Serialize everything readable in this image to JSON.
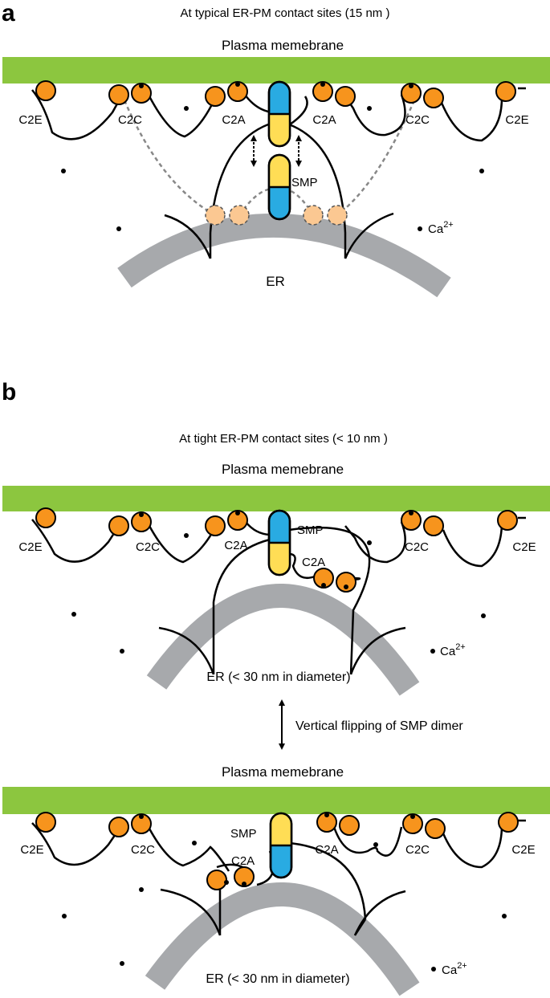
{
  "panel_a": {
    "panel_letter": "a",
    "title": "At typical ER-PM contact sites (15 nm )",
    "membrane_label": "Plasma memebrane",
    "domain_labels": [
      "C2E",
      "C2C",
      "C2A",
      "C2A",
      "C2C",
      "C2E"
    ],
    "smp_label": "SMP",
    "er_label": "ER",
    "ca_label": "Ca",
    "ca_superscript": "2+"
  },
  "panel_b": {
    "panel_letter": "b",
    "title": "At tight ER-PM contact sites (< 10 nm )",
    "top": {
      "membrane_label": "Plasma memebrane",
      "domain_labels": [
        "C2E",
        "C2C",
        "C2A",
        "C2C",
        "C2E"
      ],
      "smp_label": "SMP",
      "c2a_er_label": "C2A",
      "er_label": "ER (< 30 nm in diameter)",
      "ca_label": "Ca",
      "ca_superscript": "2+"
    },
    "flip_label": "Vertical flipping of SMP dimer",
    "bottom": {
      "membrane_label": "Plasma memebrane",
      "domain_labels": [
        "C2E",
        "C2C",
        "C2A",
        "C2C",
        "C2E"
      ],
      "smp_label": "SMP",
      "c2a_er_label": "C2A",
      "er_label": "ER (< 30 nm in diameter)",
      "ca_label": "Ca",
      "ca_superscript": "2+"
    }
  },
  "colors": {
    "plasma_membrane": "#8cc63f",
    "er": "#a7a9ac",
    "c2_domain": "#f7941d",
    "c2_domain_faded": "#fbc892",
    "smp_blue": "#29abe2",
    "smp_yellow": "#ffdd55"
  }
}
